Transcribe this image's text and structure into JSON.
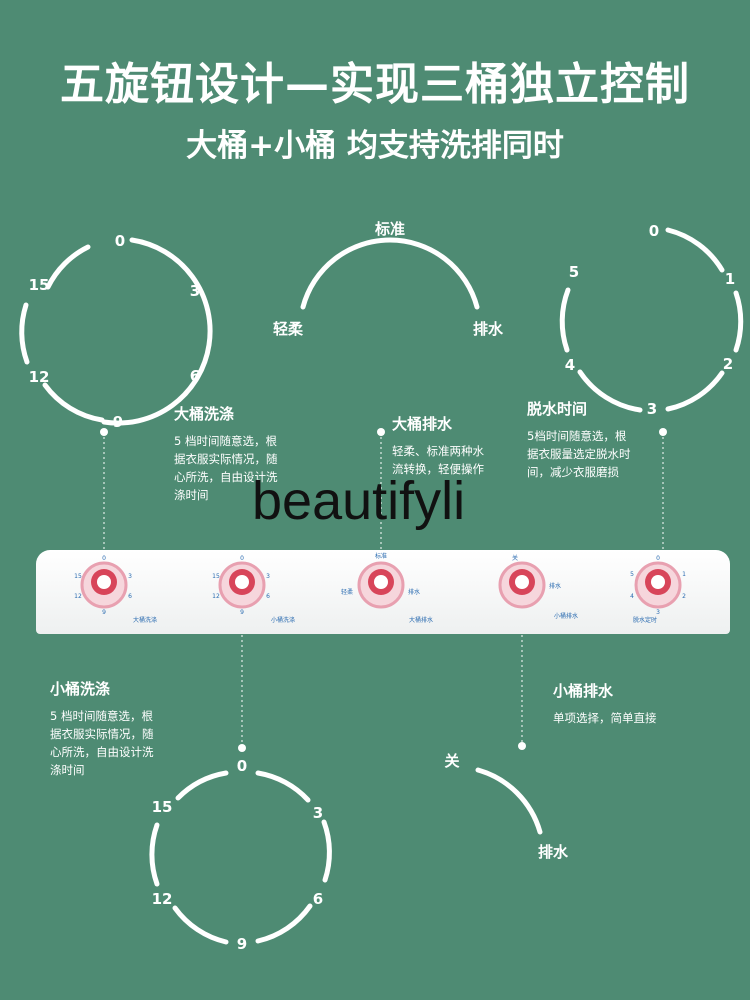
{
  "header": {
    "title": "五旋钮设计—实现三桶独立控制",
    "subtitle": "大桶+小桶 均支持洗排同时"
  },
  "watermark": "beautifyli",
  "dials": {
    "big_wash": {
      "labels": [
        "0",
        "3",
        "6",
        "9",
        "12",
        "15"
      ]
    },
    "big_drain": {
      "labels": [
        "标准",
        "轻柔",
        "排水"
      ]
    },
    "spin": {
      "labels": [
        "0",
        "1",
        "2",
        "3",
        "4",
        "5"
      ]
    },
    "small_wash": {
      "labels": [
        "0",
        "3",
        "6",
        "9",
        "12",
        "15"
      ]
    },
    "small_drain": {
      "labels": [
        "关",
        "排水"
      ]
    }
  },
  "features": {
    "big_wash": {
      "heading": "大桶洗涤",
      "lines": [
        "5 档时间随意选，根",
        "据衣服实际情况，随",
        "心所洗，自由设计洗",
        "涤时间"
      ]
    },
    "big_drain": {
      "heading": "大桶排水",
      "lines": [
        "轻柔、标准两种水",
        "流转换，轻便操作"
      ]
    },
    "spin": {
      "heading": "脱水时间",
      "lines": [
        "5档时间随意选，根",
        "据衣服量选定脱水时",
        "间，减少衣服磨损"
      ]
    },
    "small_wash": {
      "heading": "小桶洗涤",
      "lines": [
        "5 档时间随意选，根",
        "据衣服实际情况，随",
        "心所洗，自由设计洗",
        "涤时间"
      ]
    },
    "small_drain": {
      "heading": "小桶排水",
      "lines": [
        "单项选择，简单直接"
      ]
    }
  },
  "panel": {
    "knobs": [
      {
        "caption": "大桶洗涤",
        "ticks": [
          "0",
          "3",
          "6",
          "9",
          "12",
          "15"
        ]
      },
      {
        "caption": "小桶洗涤",
        "ticks": [
          "0",
          "3",
          "6",
          "9",
          "12",
          "15"
        ]
      },
      {
        "caption": "大桶排水",
        "ticks": [
          "标准",
          "轻柔",
          "排水"
        ]
      },
      {
        "caption": "小桶排水",
        "ticks": [
          "关",
          "排水"
        ]
      },
      {
        "caption": "脱水定时",
        "ticks": [
          "0",
          "1",
          "2",
          "3",
          "4",
          "5"
        ]
      }
    ]
  },
  "colors": {
    "background": "#4e8b73",
    "knob_pink": "#e8a0b0",
    "knob_red": "#d8455a",
    "tick_blue": "#2a6bb0"
  }
}
